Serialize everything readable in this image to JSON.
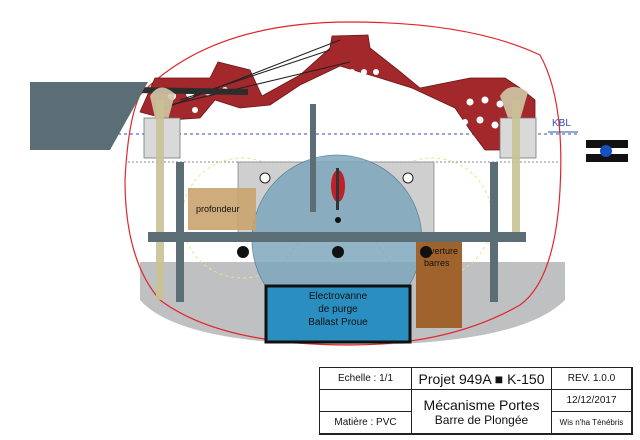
{
  "title_block": {
    "scale": "Echelle : 1/1",
    "project": "Projet 949A ■ K-150",
    "revision": "REV. 1.0.0",
    "title_line1": "Mécanisme Portes",
    "title_line2": "Barre de Plongée",
    "date": "12/12/2017",
    "material": "Matière : PVC",
    "author": "Wis n'ha Ténébris"
  },
  "labels": {
    "profondeur": "profondeur",
    "ouverture": "ouverture",
    "barres": "barres",
    "kbl": "KBL",
    "valve_line1": "Electrovanne",
    "valve_line2": "de purge",
    "valve_line3": "Ballast Proue"
  },
  "colors": {
    "hull_outline": "#e0262b",
    "frame_red": "#a2282c",
    "bar_grey": "#5b6d75",
    "valve_blue": "#2a8fc0",
    "servo_tan": "#c9a36d",
    "servo_brown": "#a0632e",
    "disk_blue": "#7ea7bd"
  }
}
